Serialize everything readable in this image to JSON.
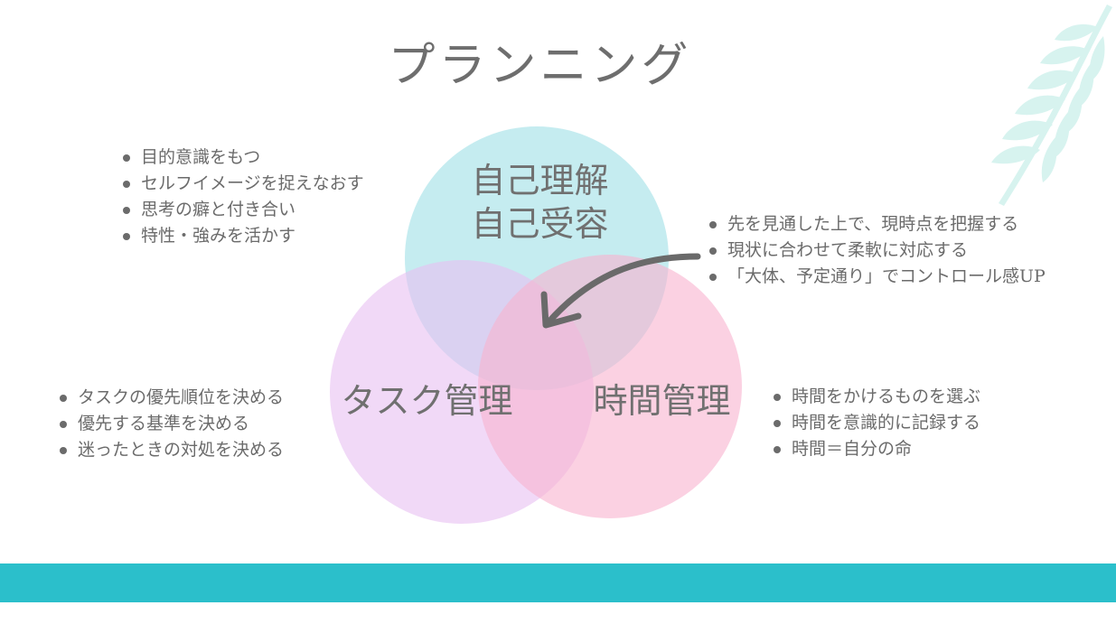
{
  "title": "プランニング",
  "colors": {
    "circle_top": "#9fe0e6",
    "circle_left": "#e7bff2",
    "circle_right": "#f9b3cf",
    "arrow": "#6a6a6a",
    "footer_band": "#2bbfcb",
    "leaf": "#d7f3ef"
  },
  "circles": {
    "top": {
      "lines": [
        "自己理解",
        "自己受容"
      ]
    },
    "left": {
      "label": "タスク管理"
    },
    "right": {
      "label": "時間管理"
    }
  },
  "bullet_groups": {
    "top_left": [
      "目的意識をもつ",
      "セルフイメージを捉えなおす",
      "思考の癖と付き合い",
      "特性・強みを活かす"
    ],
    "top_right": [
      "先を見通した上で、現時点を把握する",
      "現状に合わせて柔軟に対応する",
      "「大体、予定通り」でコントロール感UP"
    ],
    "bottom_left": [
      "タスクの優先順位を決める",
      "優先する基準を決める",
      "迷ったときの対処を決める"
    ],
    "bottom_right": [
      "時間をかけるものを選ぶ",
      "時間を意識的に記録する",
      "時間＝自分の命"
    ]
  },
  "icons": {
    "decoration": "fern-leaf-icon",
    "pointer": "curved-arrow-icon"
  }
}
